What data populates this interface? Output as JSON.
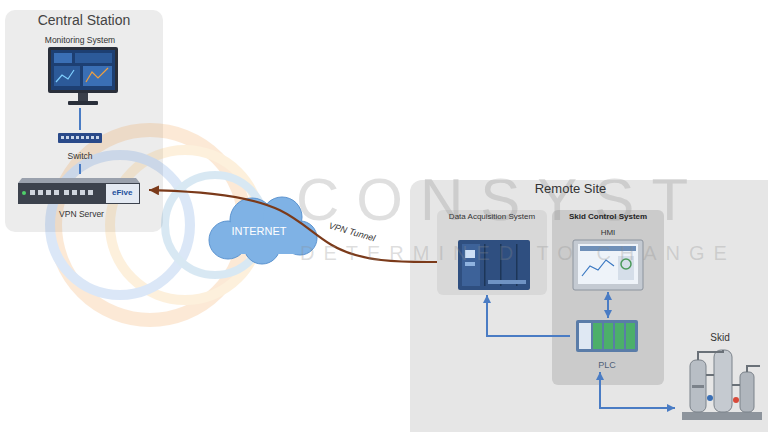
{
  "diagram": {
    "nodes": [
      {
        "text": [
          "Central Station"
        ]
      },
      {
        "text": [
          "Monitoring System"
        ],
        "in": 0
      },
      {
        "text": [
          "Switch"
        ],
        "in": 0
      },
      {
        "text": [
          "VPN Server"
        ],
        "in": 0
      },
      {
        "text": [
          "INTERNET"
        ]
      },
      {
        "text": [
          "Remote Site"
        ]
      },
      {
        "text": [
          "Data Acquisition System"
        ],
        "in": 5
      },
      {
        "text": [
          "Skid Control System"
        ],
        "in": 5
      },
      {
        "text": [
          "HMI"
        ],
        "in": 7
      },
      {
        "text": [
          "PLC"
        ],
        "in": 7
      },
      {
        "text": [
          "Skid"
        ],
        "in": 5
      }
    ],
    "edges": [
      {
        "from": 1,
        "to": 2,
        "arrow": "none"
      },
      {
        "from": 2,
        "to": 3,
        "arrow": "none"
      },
      {
        "from": 6,
        "to": 3,
        "label": "VPN Tunnel",
        "arrow": "to"
      },
      {
        "from": 8,
        "to": 9,
        "arrow": "both"
      },
      {
        "from": 9,
        "to": 6,
        "arrow": "to"
      },
      {
        "from": 9,
        "to": 10,
        "arrow": "both"
      }
    ],
    "labels": [
      "eFive",
      "CONSYST",
      "DETERMINED TO CHANGE"
    ]
  }
}
